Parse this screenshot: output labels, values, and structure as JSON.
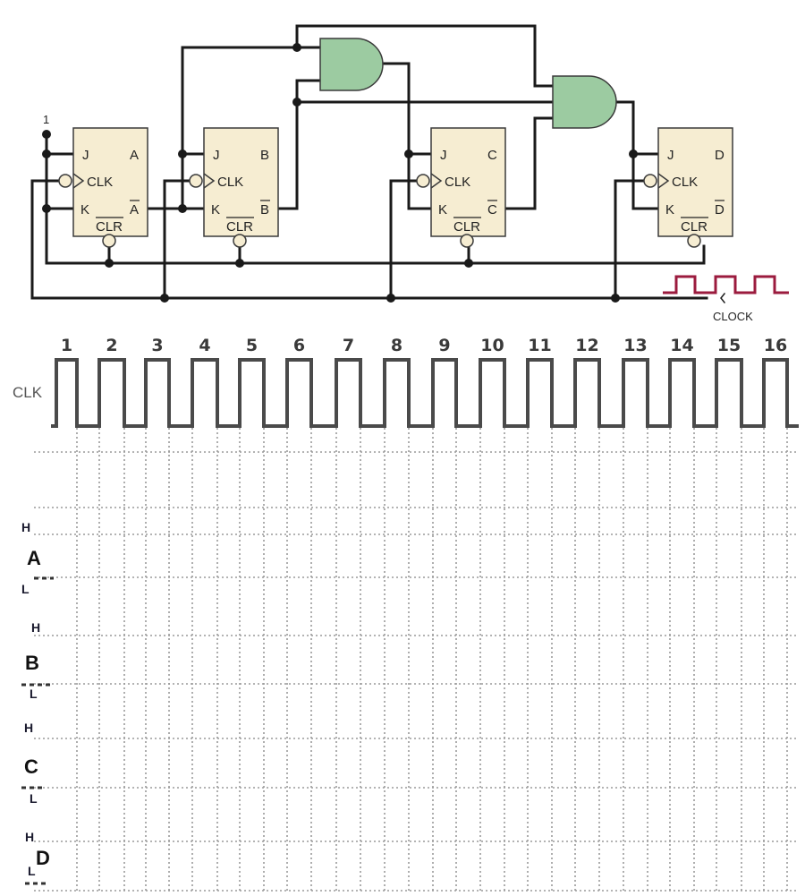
{
  "circuit": {
    "supply_label": "1",
    "flip_flops": [
      {
        "id": "A",
        "j": "J",
        "k": "K",
        "clk": "CLK",
        "q": "A",
        "qbar": "A",
        "clr": "CLR"
      },
      {
        "id": "B",
        "j": "J",
        "k": "K",
        "clk": "CLK",
        "q": "B",
        "qbar": "B",
        "clr": "CLR"
      },
      {
        "id": "C",
        "j": "J",
        "k": "K",
        "clk": "CLK",
        "q": "C",
        "qbar": "C",
        "clr": "CLR"
      },
      {
        "id": "D",
        "j": "J",
        "k": "K",
        "clk": "CLK",
        "q": "D",
        "qbar": "D",
        "clr": "CLR"
      }
    ],
    "gates": [
      {
        "type": "AND",
        "name": "and-gate-1"
      },
      {
        "type": "AND",
        "name": "and-gate-2"
      }
    ],
    "clock_label": "CLOCK",
    "colors": {
      "flip_flop_fill": "#f6edd2",
      "gate_fill": "#9ccba1",
      "clock_wave": "#9b1b3e",
      "wire": "#1a1a1a"
    }
  },
  "timing": {
    "clk_label": "CLK",
    "pulse_numbers": [
      "1",
      "2",
      "3",
      "4",
      "5",
      "6",
      "7",
      "8",
      "9",
      "10",
      "11",
      "12",
      "13",
      "14",
      "15",
      "16"
    ],
    "signals": [
      {
        "name": "A",
        "high": "H",
        "low": "L"
      },
      {
        "name": "B",
        "high": "H",
        "low": "L"
      },
      {
        "name": "C",
        "high": "H",
        "low": "L"
      },
      {
        "name": "D",
        "high": "H",
        "low": "L"
      }
    ]
  }
}
